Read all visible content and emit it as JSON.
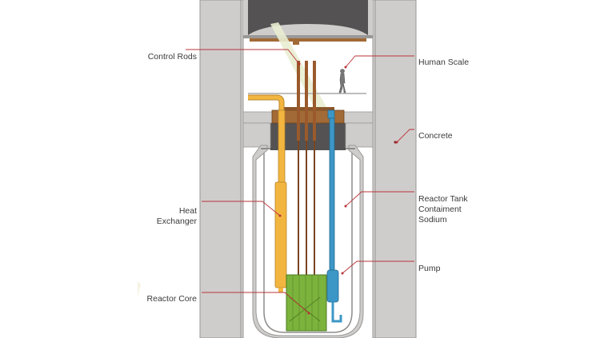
{
  "labels": {
    "control_rods": "Control Rods",
    "human_scale": "Human Scale",
    "concrete": "Concrete",
    "heat_exchanger": [
      "Heat",
      "Exchanger"
    ],
    "reactor_tank": [
      "Reactor Tank",
      "Contaiment",
      "Sodium"
    ],
    "pump": "Pump",
    "reactor_core": "Reactor Core"
  },
  "colors": {
    "concrete": "#cfcdcc",
    "concrete_edge": "#9a9896",
    "chamber_dark": "#545252",
    "vessel": "#cfcdcc",
    "sodium_fill": "#ffffff",
    "heat_exchanger": "#f2b640",
    "heat_exchanger_edge": "#b8842a",
    "pump": "#3c97c7",
    "pump_edge": "#24698f",
    "core": "#7bb33c",
    "core_edge": "#4c7a22",
    "rods": "#9a5a2c",
    "deck": "#a26a36",
    "leader_line": "#b8343a",
    "light_beam": "#e8edd0"
  },
  "icons": {
    "human_figure": "person-icon"
  }
}
